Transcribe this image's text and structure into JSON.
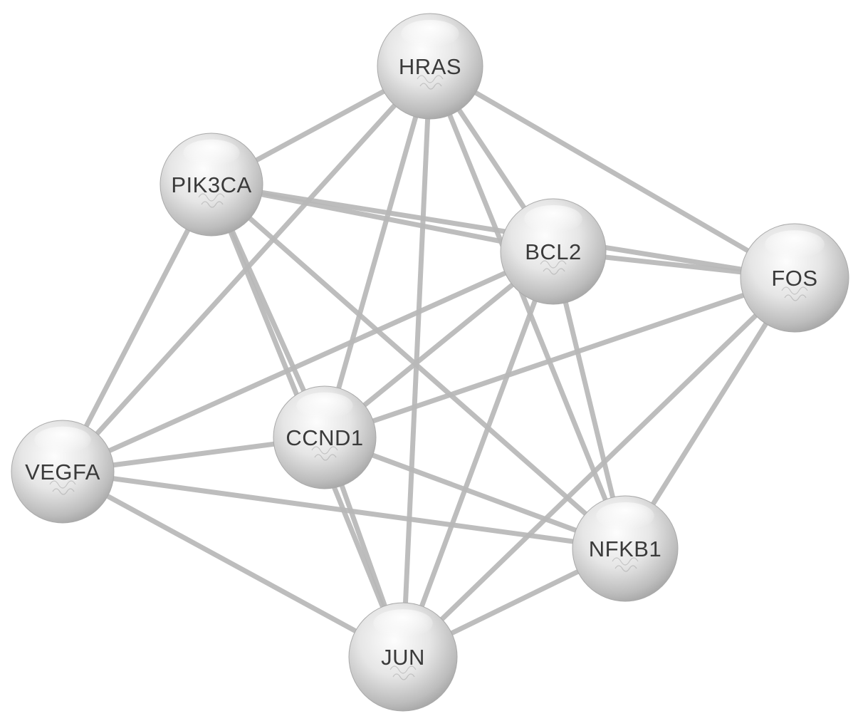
{
  "nodes": [
    {
      "id": "HRAS",
      "label": "HRAS"
    },
    {
      "id": "PIK3CA",
      "label": "PIK3CA"
    },
    {
      "id": "BCL2",
      "label": "BCL2"
    },
    {
      "id": "FOS",
      "label": "FOS"
    },
    {
      "id": "CCND1",
      "label": "CCND1"
    },
    {
      "id": "VEGFA",
      "label": "VEGFA"
    },
    {
      "id": "NFKB1",
      "label": "NFKB1"
    },
    {
      "id": "JUN",
      "label": "JUN"
    }
  ],
  "edges": [
    [
      "HRAS",
      "PIK3CA"
    ],
    [
      "HRAS",
      "BCL2"
    ],
    [
      "HRAS",
      "FOS"
    ],
    [
      "HRAS",
      "VEGFA"
    ],
    [
      "HRAS",
      "CCND1"
    ],
    [
      "HRAS",
      "JUN"
    ],
    [
      "HRAS",
      "NFKB1"
    ],
    [
      "PIK3CA",
      "BCL2"
    ],
    [
      "PIK3CA",
      "FOS"
    ],
    [
      "PIK3CA",
      "VEGFA"
    ],
    [
      "PIK3CA",
      "CCND1"
    ],
    [
      "PIK3CA",
      "NFKB1"
    ],
    [
      "PIK3CA",
      "JUN"
    ],
    [
      "BCL2",
      "FOS"
    ],
    [
      "BCL2",
      "VEGFA"
    ],
    [
      "BCL2",
      "CCND1"
    ],
    [
      "BCL2",
      "NFKB1"
    ],
    [
      "BCL2",
      "JUN"
    ],
    [
      "FOS",
      "CCND1"
    ],
    [
      "FOS",
      "NFKB1"
    ],
    [
      "FOS",
      "JUN"
    ],
    [
      "VEGFA",
      "CCND1"
    ],
    [
      "VEGFA",
      "NFKB1"
    ],
    [
      "VEGFA",
      "JUN"
    ],
    [
      "CCND1",
      "NFKB1"
    ],
    [
      "CCND1",
      "JUN"
    ],
    [
      "NFKB1",
      "JUN"
    ]
  ],
  "colors": {
    "edge": "#b7b7b7",
    "node_light": "#fbfbfb",
    "node_dark": "#9c9c9c",
    "label": "#3a3a3a"
  }
}
